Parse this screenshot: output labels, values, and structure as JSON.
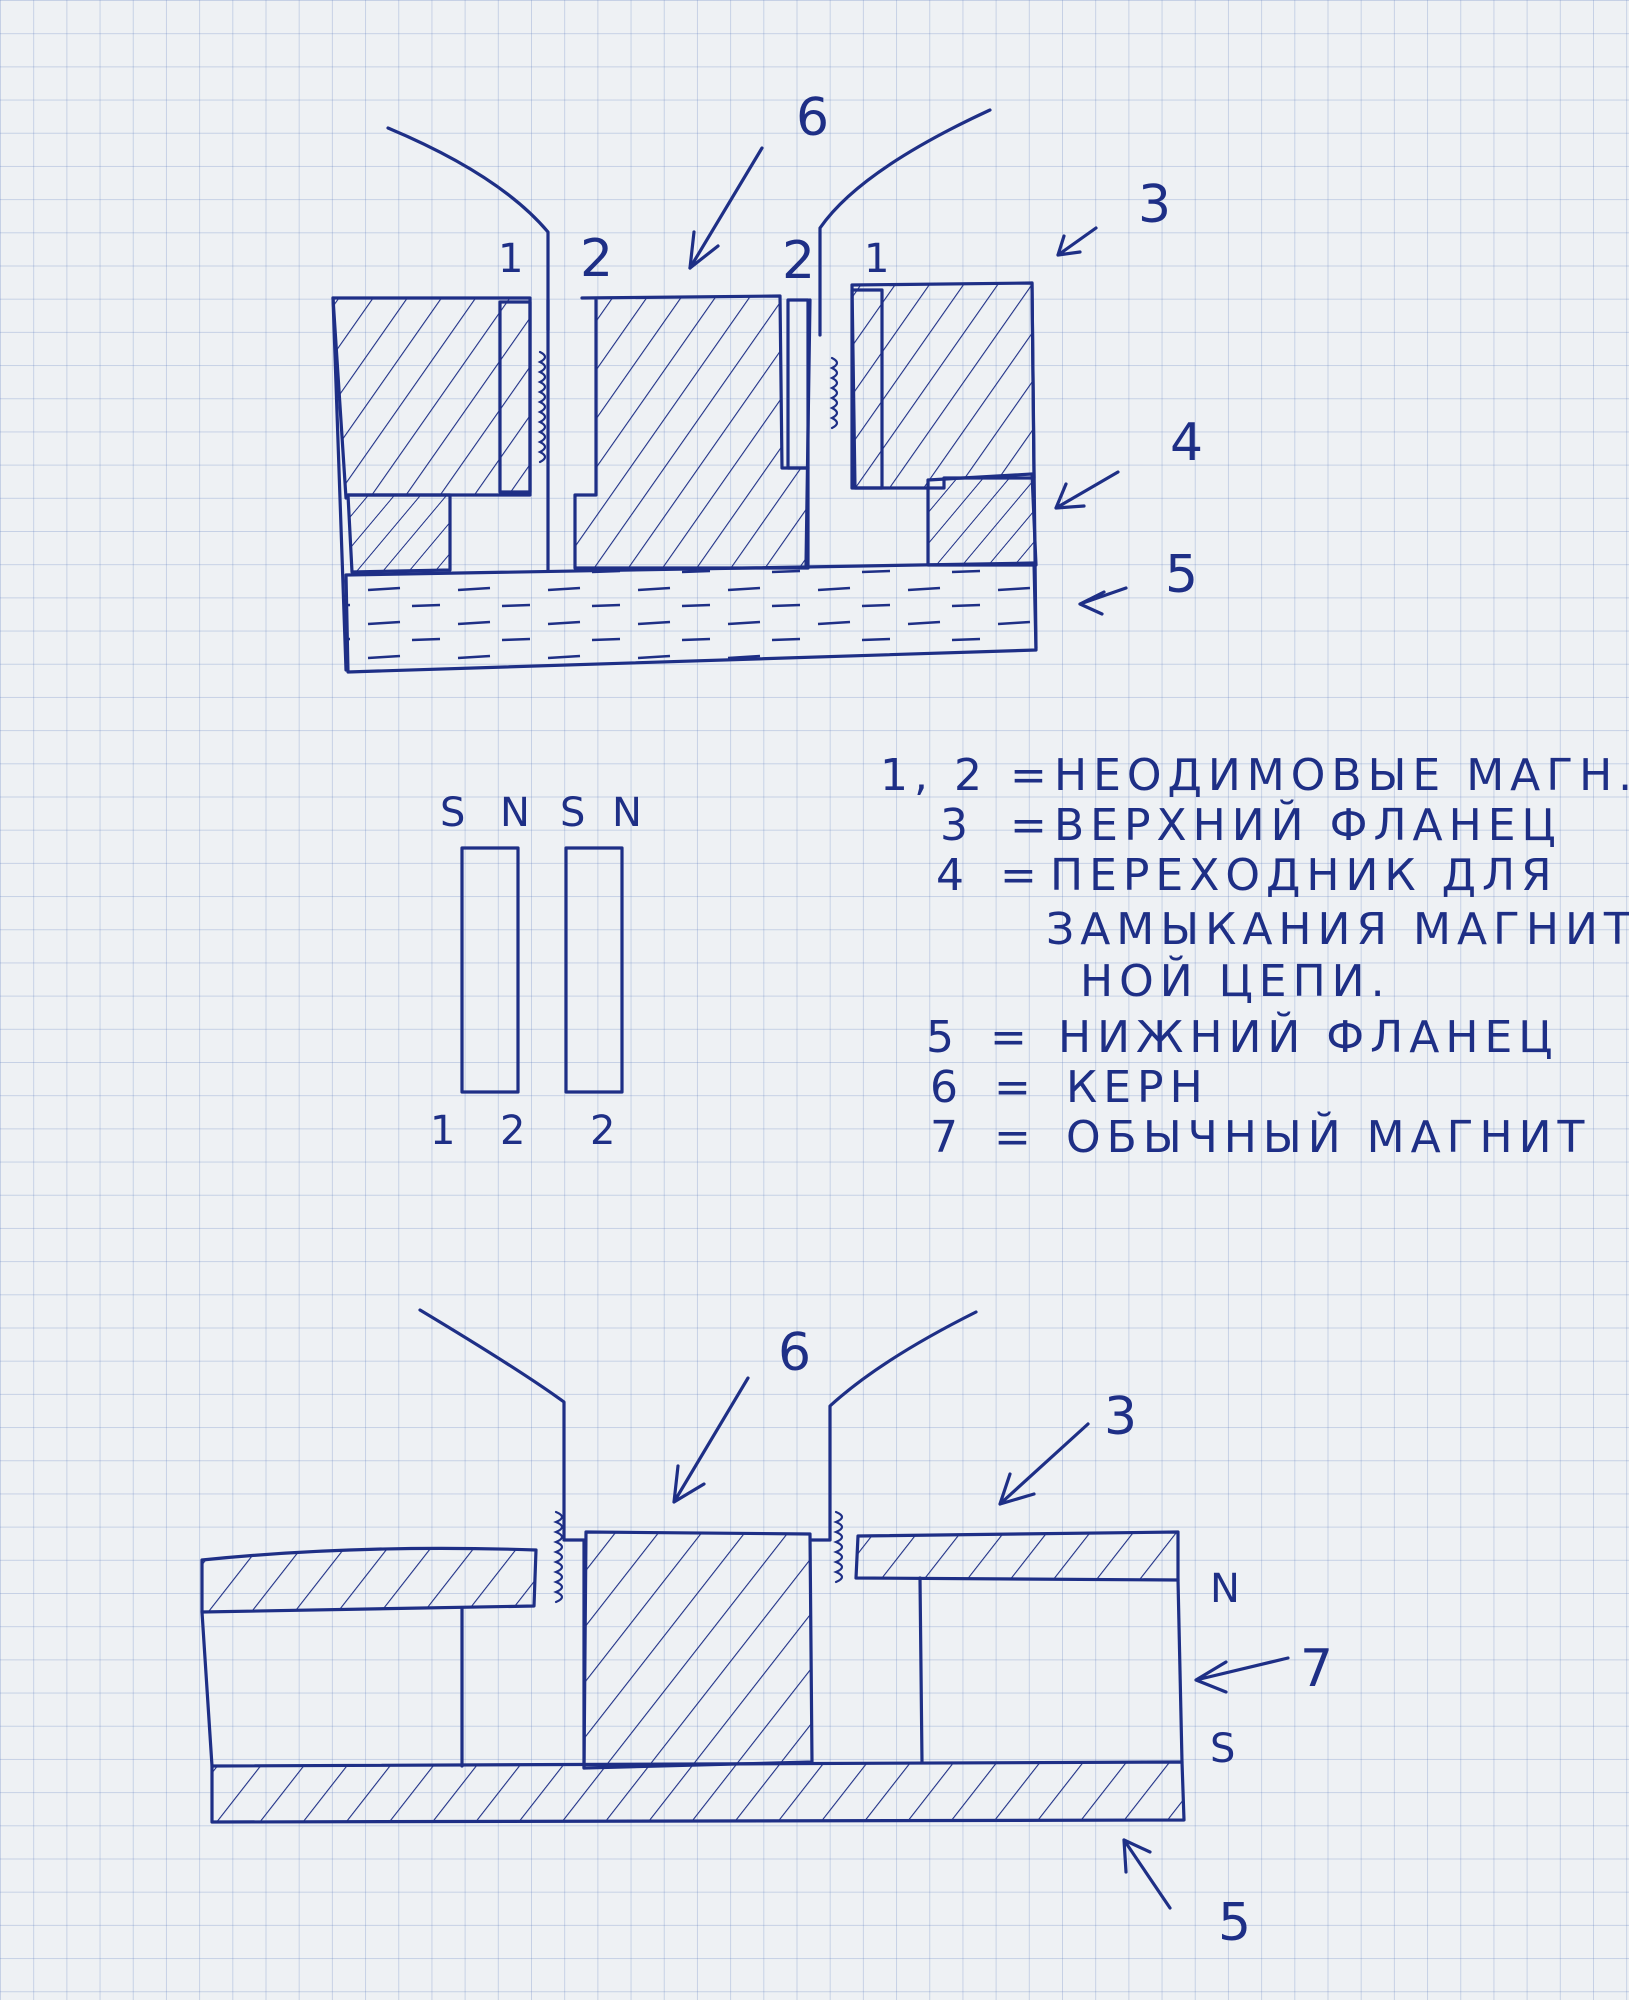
{
  "colors": {
    "ink": "#1e2f86",
    "paper": "#eef1f4",
    "grid": "#7f9bd0"
  },
  "top_figure": {
    "label_6": "6",
    "label_3": "3",
    "label_4": "4",
    "label_5": "5",
    "label_1_left": "1",
    "label_2_left": "2",
    "label_2_right": "2",
    "label_1_right": "1"
  },
  "magnets_figure": {
    "poles": [
      "S",
      "N",
      "S",
      "N"
    ],
    "bottom_labels": [
      "1",
      "2",
      "2"
    ]
  },
  "legend": [
    {
      "key": "1, 2",
      "sep": "=",
      "text": "НЕОДИМОВЫЕ МАГН."
    },
    {
      "key": "3",
      "sep": "=",
      "text": "ВЕРХНИЙ ФЛАНЕЦ"
    },
    {
      "key": "4",
      "sep": "=",
      "text": "ПЕРЕХОДНИК ДЛЯ"
    },
    {
      "key": "",
      "sep": "",
      "text": "ЗАМЫКАНИЯ МАГНИТ-"
    },
    {
      "key": "",
      "sep": "",
      "text": "НОЙ ЦЕПИ."
    },
    {
      "key": "5",
      "sep": "=",
      "text": "НИЖНИЙ ФЛАНЕЦ"
    },
    {
      "key": "6",
      "sep": "=",
      "text": "КЕРН"
    },
    {
      "key": "7",
      "sep": "=",
      "text": "ОБЫЧНЫЙ МАГНИТ"
    }
  ],
  "bottom_figure": {
    "label_6": "6",
    "label_3": "3",
    "label_N": "N",
    "label_7": "7",
    "label_S": "S",
    "label_5": "5"
  }
}
